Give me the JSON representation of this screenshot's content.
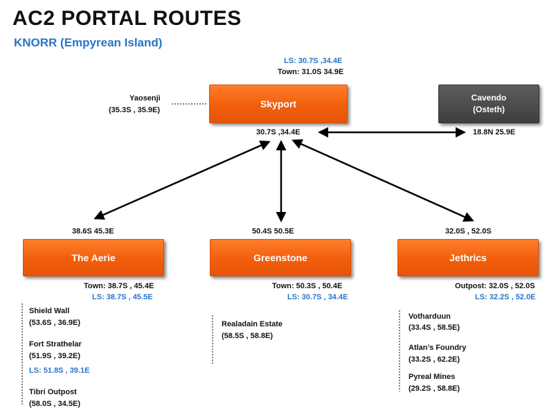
{
  "title": "AC2 PORTAL ROUTES",
  "subtitle": "KNORR (Empyrean Island)",
  "skyport": {
    "name": "Skyport",
    "ls": "LS: 30.7S   ,34.4E",
    "town": "Town: 31.0S  34.9E",
    "coord": "30.7S   ,34.4E",
    "side_name": "Yaosenji",
    "side_coord": "(35.3S  , 35.9E)"
  },
  "cavendo": {
    "name_line1": "Cavendo",
    "name_line2": "(Osteth)",
    "coord": "18.8N  25.9E"
  },
  "aerie": {
    "name": "The Aerie",
    "top_coord": "38.6S  45.3E",
    "town": "Town: 38.7S  , 45.4E",
    "ls": "LS: 38.7S    , 45.5E",
    "subs": [
      {
        "name": "Shield Wall",
        "coord": "(53.6S  , 36.9E)"
      },
      {
        "name": "Fort Strathelar",
        "coord": "(51.9S  , 39.2E)",
        "ls": "LS: 51.8S    , 39.1E"
      },
      {
        "name": "Tibri Outpost",
        "coord": "(58.0S  , 34.5E)"
      }
    ]
  },
  "greenstone": {
    "name": "Greenstone",
    "top_coord": "50.4S  50.5E",
    "town": "Town: 50.3S  , 50.4E",
    "ls": "LS: 30.7S   , 34.4E",
    "subs": [
      {
        "name": "Realadain Estate",
        "coord": "(58.5S  , 58.8E)"
      }
    ]
  },
  "jethrics": {
    "name": "Jethrics",
    "top_coord": "32.0S  , 52.0S",
    "outpost": "Outpost: 32.0S  , 52.0S",
    "ls": "LS: 32.2S   , 52.0E",
    "subs": [
      {
        "name": "Votharduun",
        "coord": "(33.4S  , 58.5E)"
      },
      {
        "name": "Atlan’s Foundry",
        "coord": "(33.2S  , 62.2E)"
      },
      {
        "name": "Pyreal Mines",
        "coord": "(29.2S  , 58.8E)"
      }
    ]
  }
}
